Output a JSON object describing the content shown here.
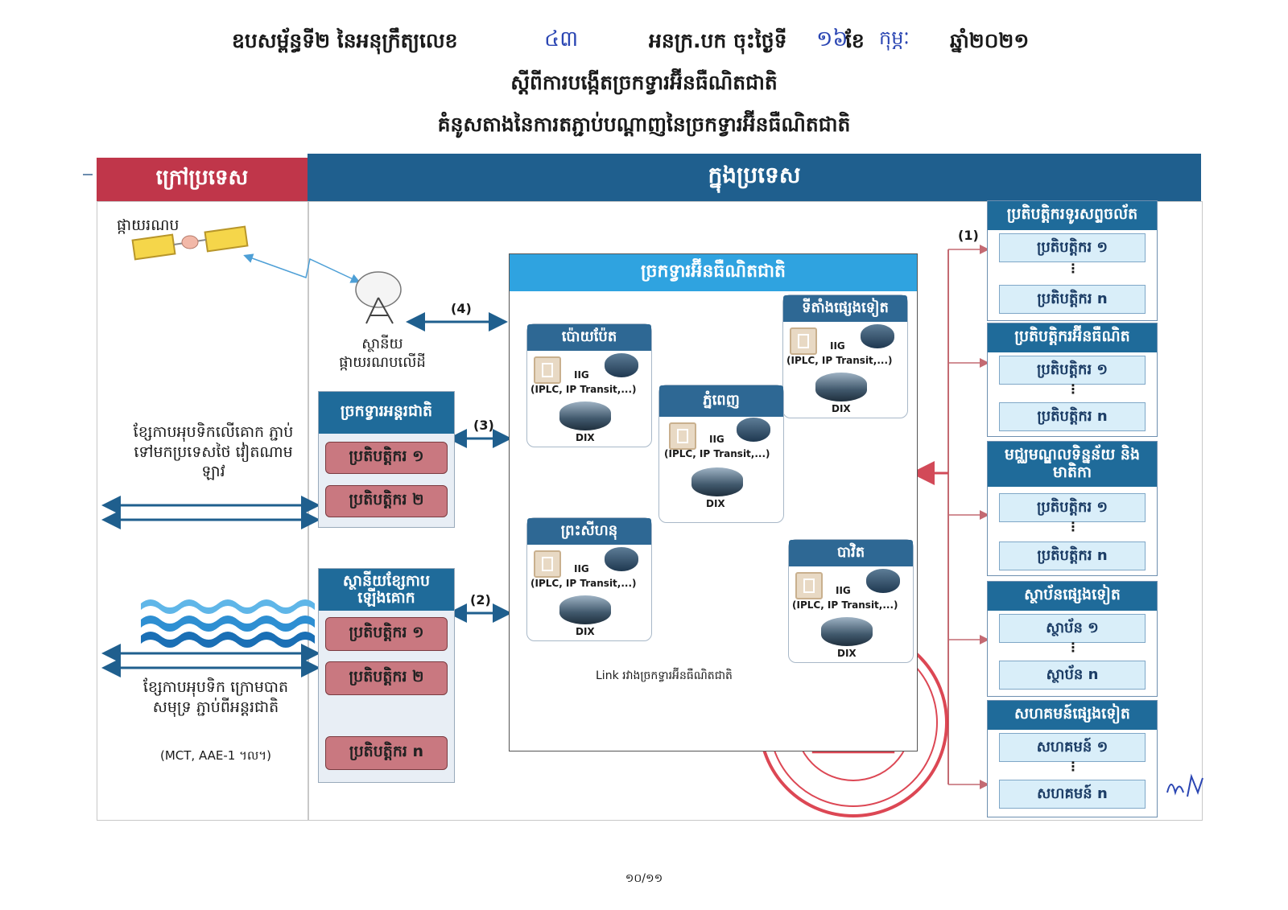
{
  "header": {
    "line1_a": "ឧបសម្ព័ន្ធទី២ នៃអនុក្រឹត្យលេខ",
    "line1_num": "៤៣",
    "line1_b": "អនក្រ.បក ចុះថ្ងៃទី",
    "line1_day": "១៦",
    "line1_c": "ខែ",
    "line1_month": "កុម្ភៈ",
    "line1_year": "ឆ្នាំ២០២១",
    "line2": "ស្តីពីការបង្កើតច្រកទ្វារអ៊ីនធឺណិតជាតិ",
    "line3": "គំនូសតាងនៃការតភ្ជាប់បណ្តាញនៃច្រកទ្វារអ៊ីនធឺណិតជាតិ"
  },
  "bands": {
    "abroad": "ក្រៅប្រទេស",
    "domestic": "ក្នុងប្រទេស"
  },
  "left": {
    "satellite": "ផ្កាយរណប",
    "ground_station": "ស្ថានីយផ្កាយរណបលើដី",
    "terrestrial": "ខ្សែកាបអុបទិកលើគោក ភ្ជាប់ទៅមកប្រទេសថៃ វៀតណាម ឡាវ",
    "submarine": "ខ្សែកាបអុបទិក ក្រោមបាតសមុទ្រ ភ្ជាប់ពីអន្តរជាតិ",
    "submarine_note": "(MCT, AAE-1 ។ល។)"
  },
  "gateway_intl": {
    "title": "ច្រកទ្វារអន្តរជាតិ",
    "items": [
      "ប្រតិបត្តិករ ១",
      "ប្រតិបត្តិករ ២"
    ]
  },
  "landing": {
    "title": "ស្ថានីយខ្សែកាប ឡើងគោក",
    "items": [
      "ប្រតិបត្តិករ ១",
      "ប្រតិបត្តិករ ២",
      "ប្រតិបត្តិករ n"
    ]
  },
  "links": {
    "l1": "(1)",
    "l2": "(2)",
    "l3": "(3)",
    "l4": "(4)"
  },
  "nig": {
    "title": "ច្រកទ្វារអ៊ីនធឺណិតជាតិ",
    "iig": "IIG",
    "iig_detail": "(IPLC, IP Transit,...)",
    "dix": "DIX",
    "nodes": {
      "poipet": "ប៉ោយប៉ែត",
      "other": "ទីតាំងផ្សេងទៀត",
      "phnompenh": "ភ្នំពេញ",
      "sihanouk": "ព្រះសីហនុ",
      "bavet": "បាវិត"
    },
    "legend": "Link រវាងច្រកទ្វារអ៊ីនធឺណិតជាតិ"
  },
  "right": {
    "mobile": {
      "title": "ប្រតិបត្តិករទូរសព្ទចល័ត",
      "a": "ប្រតិបត្តិករ ១",
      "b": "ប្រតិបត្តិករ n"
    },
    "internet": {
      "title": "ប្រតិបត្តិករអ៊ីនធឺណិត",
      "a": "ប្រតិបត្តិករ ១",
      "b": "ប្រតិបត្តិករ n"
    },
    "datacenter": {
      "title": "មជ្ឈមណ្ឌលទិន្នន័យ និងមាតិកា",
      "a": "ប្រតិបត្តិករ ១",
      "b": "ប្រតិបត្តិករ n"
    },
    "institutions": {
      "title": "ស្ថាប័នផ្សេងទៀត",
      "a": "ស្ថាប័ន ១",
      "b": "ស្ថាប័ន n"
    },
    "communities": {
      "title": "សហគមន៍ផ្សេងទៀត",
      "a": "សហគមន៍ ១",
      "b": "សហគមន៍ n"
    }
  },
  "dots": "⋮",
  "page_number": "១០/១១",
  "colors": {
    "band_red": "#c0364a",
    "band_blue": "#1f5f8e",
    "accent_blue": "#1f6b9a",
    "operator_red": "#c97880",
    "seal_red": "#d72837"
  }
}
